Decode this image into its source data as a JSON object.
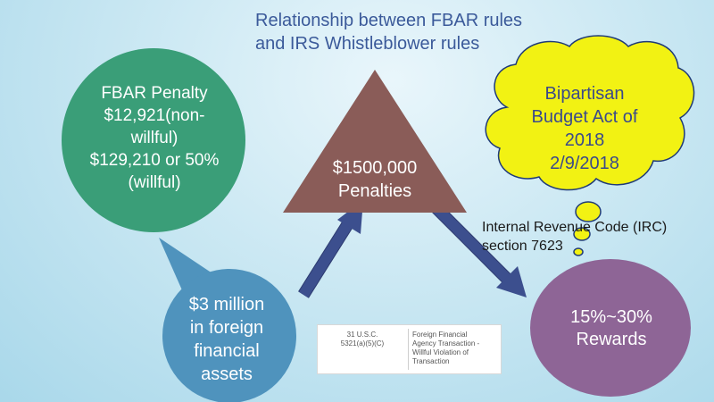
{
  "title": {
    "lines": [
      "Relationship between FBAR rules",
      "and IRS Whistleblower rules"
    ]
  },
  "fbar_penalty": {
    "lines": [
      "FBAR Penalty",
      "$12,921(non-",
      "willful)",
      "$129,210 or 50%",
      "(willful)"
    ]
  },
  "foreign_assets": {
    "lines": [
      "$3 million",
      "in foreign",
      "financial",
      "assets"
    ]
  },
  "penalties": {
    "lines": [
      "$1500,000",
      "Penalties"
    ]
  },
  "rewards": {
    "lines": [
      "15%~30%",
      "Rewards"
    ]
  },
  "budget_act": {
    "lines": [
      "Bipartisan",
      "Budget Act of",
      "2018",
      "2/9/2018"
    ]
  },
  "irc": {
    "lines": [
      "Internal Revenue Code (IRC)",
      "section 7623"
    ]
  },
  "legal_table": {
    "code_lines": [
      "31 U.S.C.",
      "5321(a)(5)(C)"
    ],
    "description_lines": [
      "Foreign Financial",
      "Agency Transaction -",
      "Willful Violation of",
      "Transaction"
    ]
  },
  "colors": {
    "fbar_circle": "#3a9e78",
    "assets_circle": "#4f93bd",
    "triangle": "#8a5c58",
    "rewards_circle": "#8e6596",
    "cloud": "#f2f213",
    "arrow": "#3c4f8e"
  }
}
